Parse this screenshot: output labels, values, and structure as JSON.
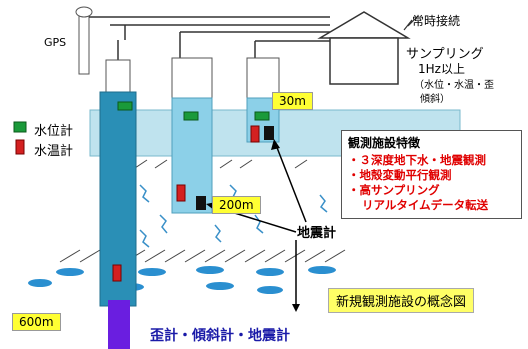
{
  "labels": {
    "gps": "GPS",
    "continuous_connection": "常時接続",
    "sampling_line1": "サンプリング",
    "sampling_line2": "1Hz以上",
    "sampling_params_line1": "（水位・水温・歪",
    "sampling_params_line2": "傾斜）",
    "legend_water_level": "水位計",
    "legend_water_temp": "水温計",
    "features_title": "観測施設特徴",
    "features": [
      "・３深度地下水・地震観測",
      "・地殻変動平行観測",
      "・高サンプリング",
      "リアルタイムデータ転送"
    ],
    "depth_30": "30m",
    "depth_200": "200m",
    "depth_600": "600m",
    "seismometer": "地震計",
    "concept_title": "新規観測施設の概念図",
    "bottom_instruments": "歪計・傾斜計・地震計"
  },
  "colors": {
    "water_level_meter": "#1a9a3a",
    "water_temp_meter": "#d42020",
    "aquifer_band": "#bfe3ee",
    "deep_borehole": "#2a8fb6",
    "bottom_instrument": "#6a1ee0",
    "label_highlight": "#ffff33",
    "feature_text": "#e00000"
  }
}
